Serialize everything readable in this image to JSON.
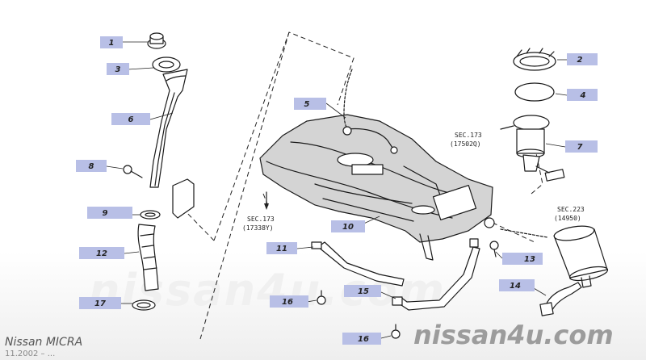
{
  "callouts": {
    "c1": "1",
    "c2": "2",
    "c3": "3",
    "c4": "4",
    "c5": "5",
    "c6": "6",
    "c7": "7",
    "c8": "8",
    "c9": "9",
    "c10": "10",
    "c11": "11",
    "c12": "12",
    "c13": "13",
    "c14": "14",
    "c15": "15",
    "c16a": "16",
    "c16b": "16",
    "c17": "17"
  },
  "section_refs": {
    "sec173_top": "SEC.173",
    "sec173_top_code": "(17502Q)",
    "sec173_left": "SEC.173",
    "sec173_left_code": "(17338Y)",
    "sec223": "SEC.223",
    "sec223_code": "(14950)"
  },
  "watermark": {
    "large": "nissan4u.com",
    "small": "nissan4u.com"
  },
  "footer": {
    "model": "Nissan  MICRA",
    "date": "11.2002  –  ..."
  }
}
